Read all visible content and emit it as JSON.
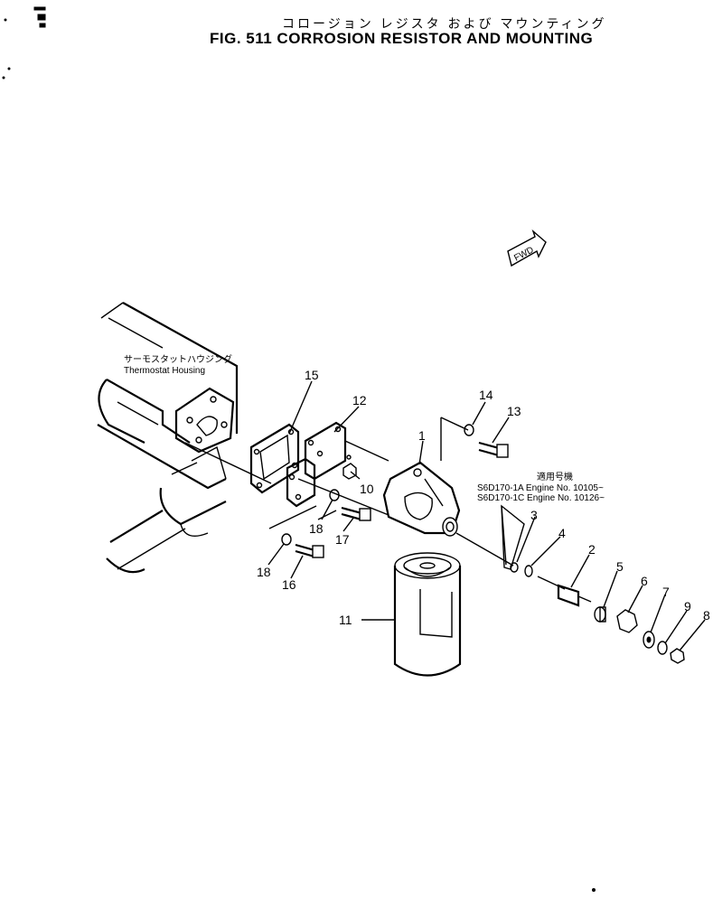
{
  "header": {
    "title_jp": "コロージョン レジスタ および マウンティング",
    "title": "FIG. 511  CORROSION RESISTOR AND MOUNTING"
  },
  "fwd_label": "FWD",
  "housing": {
    "label_jp": "サーモスタットハウジング",
    "label_en": "Thermostat Housing"
  },
  "applicability": {
    "heading_jp": "適用号機",
    "lines": [
      "S6D170-1A Engine No. 10105~",
      "S6D170-1C Engine No. 10126~"
    ]
  },
  "callouts": {
    "c1": "1",
    "c2": "2",
    "c3": "3",
    "c4": "4",
    "c5": "5",
    "c6": "6",
    "c7": "7",
    "c8": "8",
    "c9": "9",
    "c10": "10",
    "c11": "11",
    "c12": "12",
    "c13": "13",
    "c14": "14",
    "c15": "15",
    "c16": "16",
    "c17": "17",
    "c18a": "18",
    "c18b": "18"
  }
}
